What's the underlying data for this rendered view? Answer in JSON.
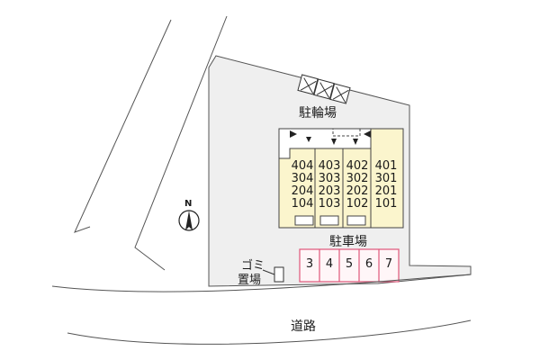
{
  "labels": {
    "bicycle_parking": "駐輪場",
    "car_parking": "駐車場",
    "garbage_line1": "ゴミ",
    "garbage_line2": "置場",
    "road": "道路",
    "north": "N"
  },
  "units": {
    "col1": [
      "404",
      "304",
      "204",
      "104"
    ],
    "col2": [
      "403",
      "303",
      "203",
      "103"
    ],
    "col3": [
      "402",
      "302",
      "202",
      "102"
    ],
    "col4": [
      "401",
      "301",
      "201",
      "101"
    ]
  },
  "parking_spaces": [
    "3",
    "4",
    "5",
    "6",
    "7"
  ],
  "colors": {
    "lot": "#efefef",
    "building": "#fbf5cd",
    "parking_stroke": "#e0567a",
    "parking_fill": "#fff6f8",
    "line": "#555555"
  }
}
